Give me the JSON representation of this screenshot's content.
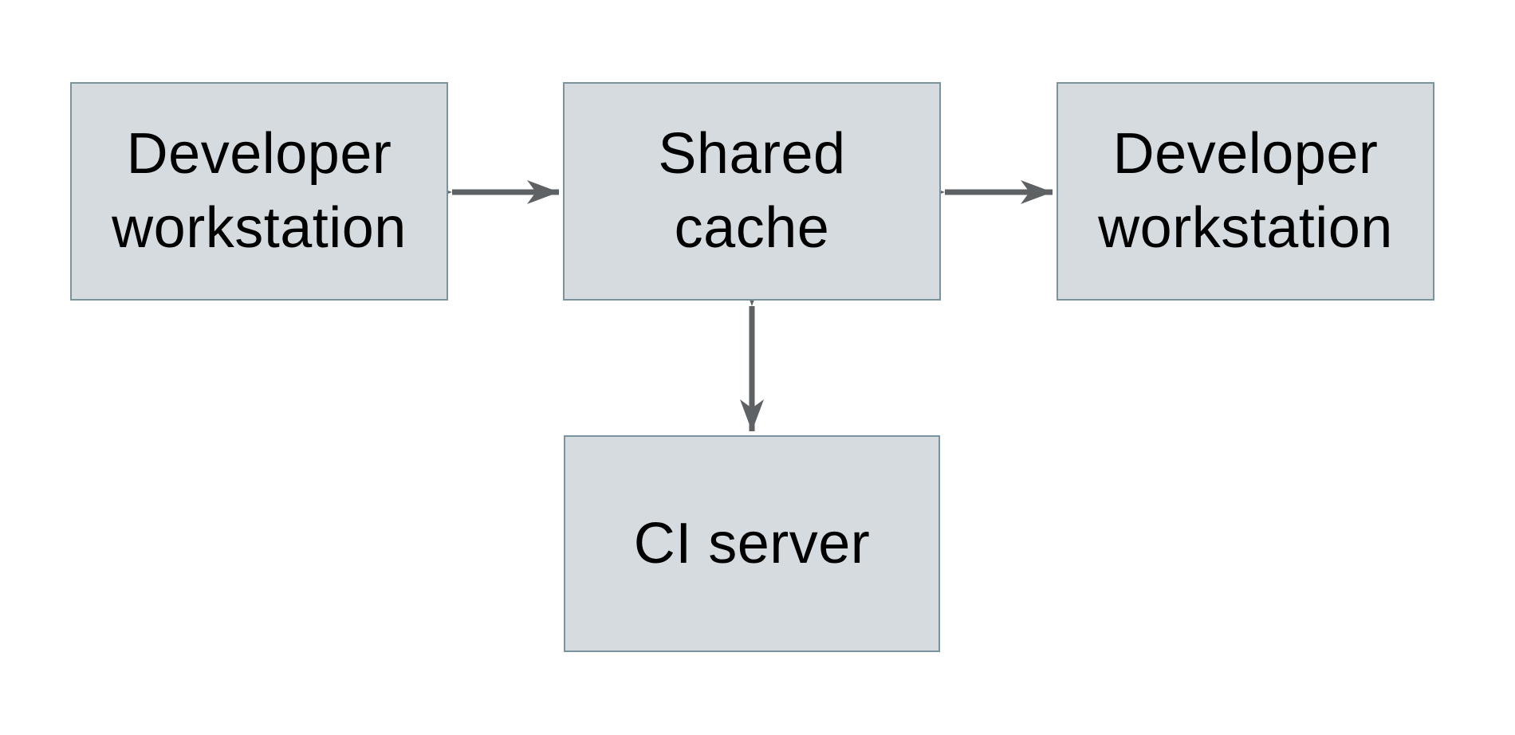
{
  "diagram": {
    "colors": {
      "background": "#ffffff",
      "box_fill": "#d5dbde",
      "box_border": "#7b929f",
      "arrow": "#5f6264",
      "text": "#000000"
    },
    "nodes": [
      {
        "id": "developer-workstation-left",
        "lines": [
          "Developer",
          "workstation"
        ]
      },
      {
        "id": "shared-cache",
        "lines": [
          "Shared",
          "cache"
        ]
      },
      {
        "id": "developer-workstation-right",
        "lines": [
          "Developer",
          "workstation"
        ]
      },
      {
        "id": "ci-server",
        "lines": [
          "CI server"
        ]
      }
    ],
    "edges": [
      {
        "from": "developer-workstation-left",
        "to": "shared-cache",
        "type": "bidirectional-arrow"
      },
      {
        "from": "shared-cache",
        "to": "developer-workstation-right",
        "type": "bidirectional-arrow"
      },
      {
        "from": "shared-cache",
        "to": "ci-server",
        "type": "bidirectional-arrow"
      }
    ]
  }
}
